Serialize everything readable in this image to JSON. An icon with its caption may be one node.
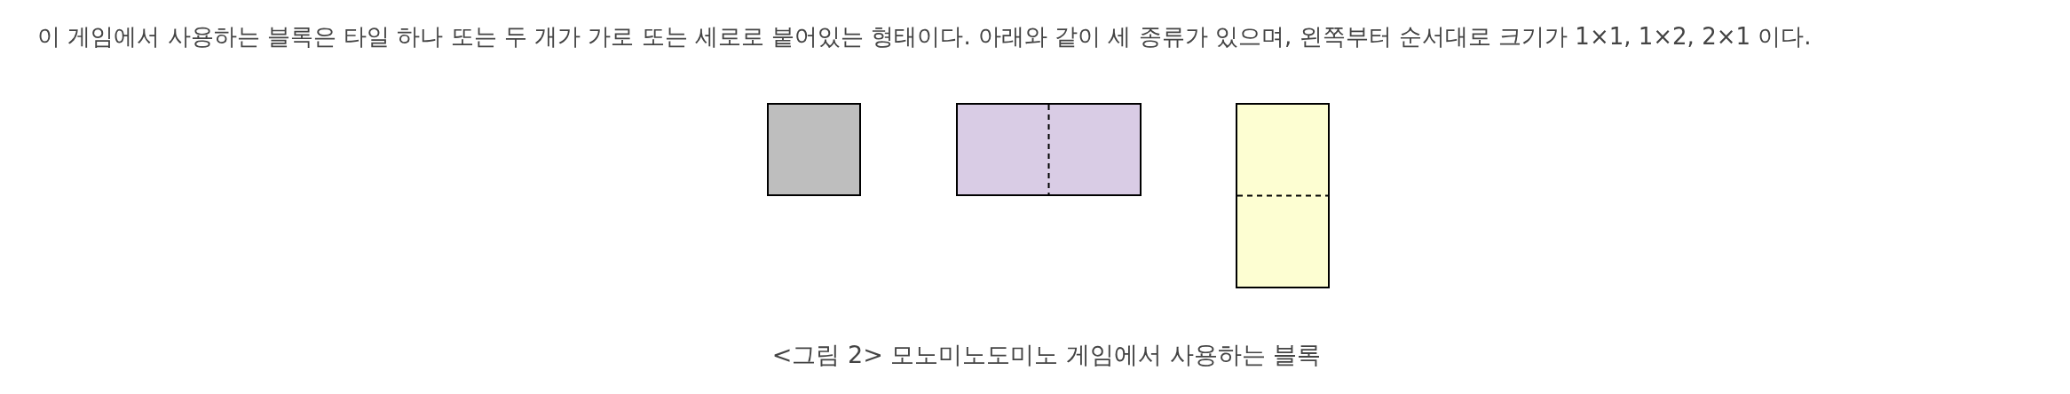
{
  "diagram": {
    "caption": "<그림 2> 모노미노도미노 게임에서 사용하는 블록",
    "nodes": [
      {
        "text": [],
        "shape": "box"
      },
      {
        "text": [],
        "shape": "box"
      },
      {
        "text": [],
        "shape": "box"
      }
    ],
    "labels": [
      "이 게임에서 사용하는 블록은 타일 하나 또는 두 개가 가로 또는 세로로 붙어있는 형태이다. 아래와 같이 세 종류가 있으며, 왼쪽부터 순서대로 크기가 1×1, 1×2, 2×1 이다."
    ]
  }
}
